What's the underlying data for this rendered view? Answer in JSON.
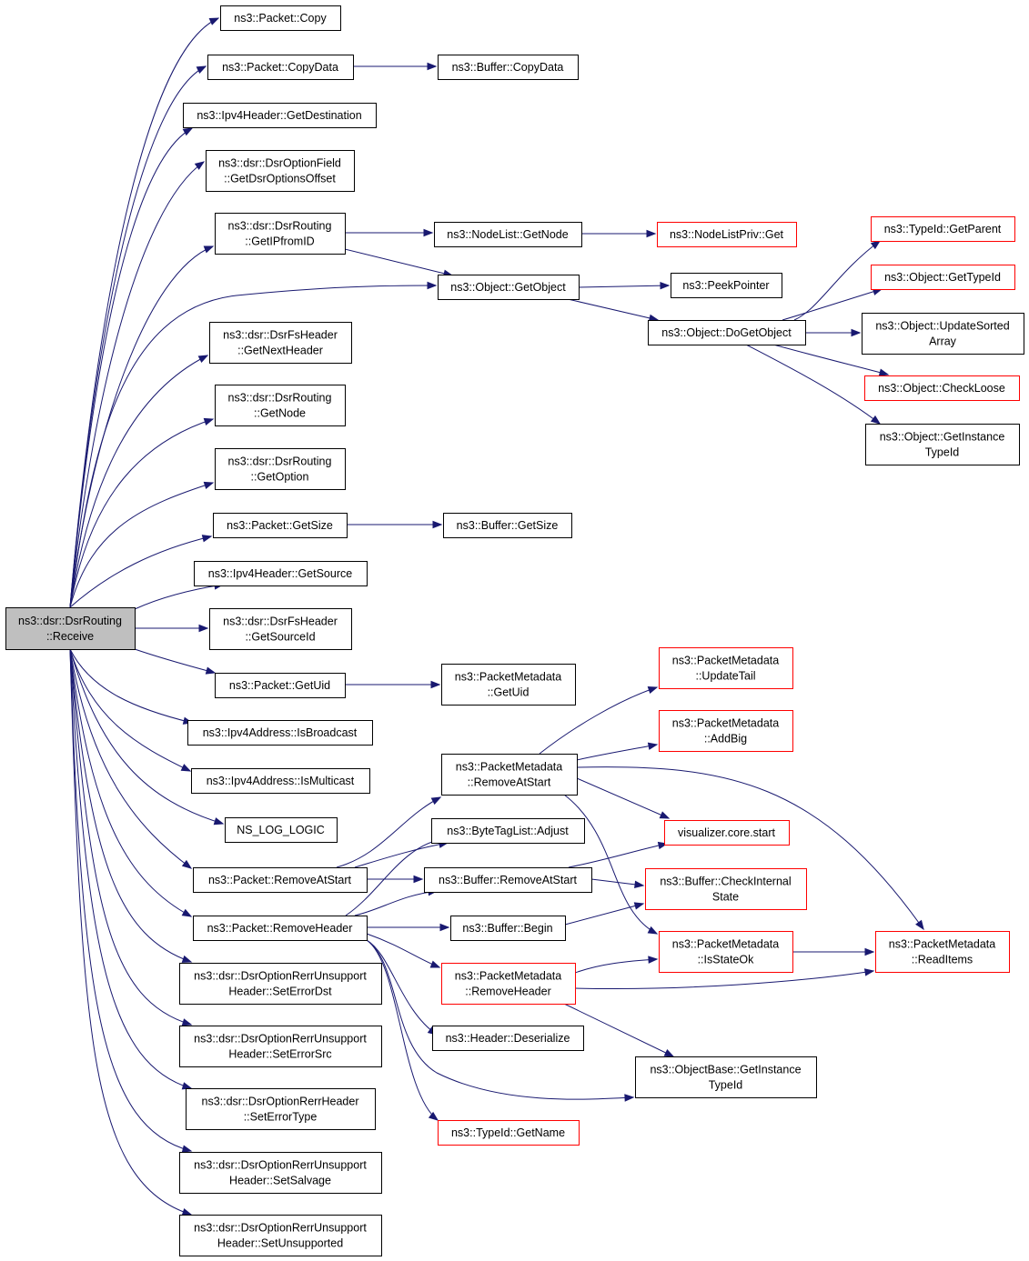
{
  "colors": {
    "edge": "#191970",
    "normal_border": "#000000",
    "truncated_border": "#ff0000",
    "root_fill": "#bfbfbf",
    "fill": "#ffffff"
  },
  "nodes": [
    {
      "id": "root",
      "lines": [
        "ns3::dsr::DsrRouting",
        "::Receive"
      ],
      "style": "root"
    },
    {
      "id": "copy",
      "lines": [
        "ns3::Packet::Copy"
      ],
      "style": "normal"
    },
    {
      "id": "copydata",
      "lines": [
        "ns3::Packet::CopyData"
      ],
      "style": "normal"
    },
    {
      "id": "bufcopydata",
      "lines": [
        "ns3::Buffer::CopyData"
      ],
      "style": "normal"
    },
    {
      "id": "getdest",
      "lines": [
        "ns3::Ipv4Header::GetDestination"
      ],
      "style": "normal"
    },
    {
      "id": "getdsroff",
      "lines": [
        "ns3::dsr::DsrOptionField",
        "::GetDsrOptionsOffset"
      ],
      "style": "normal"
    },
    {
      "id": "getipfromid",
      "lines": [
        "ns3::dsr::DsrRouting",
        "::GetIPfromID"
      ],
      "style": "normal"
    },
    {
      "id": "nodelistgetnode",
      "lines": [
        "ns3::NodeList::GetNode"
      ],
      "style": "normal"
    },
    {
      "id": "nodelistprivget",
      "lines": [
        "ns3::NodeListPriv::Get"
      ],
      "style": "truncated"
    },
    {
      "id": "getobject",
      "lines": [
        "ns3::Object::GetObject"
      ],
      "style": "normal"
    },
    {
      "id": "peekpointer",
      "lines": [
        "ns3::PeekPointer"
      ],
      "style": "normal"
    },
    {
      "id": "dogetobject",
      "lines": [
        "ns3::Object::DoGetObject"
      ],
      "style": "normal"
    },
    {
      "id": "typeidgetparent",
      "lines": [
        "ns3::TypeId::GetParent"
      ],
      "style": "truncated"
    },
    {
      "id": "objgettypeid",
      "lines": [
        "ns3::Object::GetTypeId"
      ],
      "style": "truncated"
    },
    {
      "id": "updatesorted",
      "lines": [
        "ns3::Object::UpdateSorted",
        "Array"
      ],
      "style": "normal"
    },
    {
      "id": "checkloose",
      "lines": [
        "ns3::Object::CheckLoose"
      ],
      "style": "truncated"
    },
    {
      "id": "objgetinsttypeid",
      "lines": [
        "ns3::Object::GetInstance",
        "TypeId"
      ],
      "style": "normal"
    },
    {
      "id": "getnextheader",
      "lines": [
        "ns3::dsr::DsrFsHeader",
        "::GetNextHeader"
      ],
      "style": "normal"
    },
    {
      "id": "getnode",
      "lines": [
        "ns3::dsr::DsrRouting",
        "::GetNode"
      ],
      "style": "normal"
    },
    {
      "id": "getoption",
      "lines": [
        "ns3::dsr::DsrRouting",
        "::GetOption"
      ],
      "style": "normal"
    },
    {
      "id": "pktgetsize",
      "lines": [
        "ns3::Packet::GetSize"
      ],
      "style": "normal"
    },
    {
      "id": "bufgetsize",
      "lines": [
        "ns3::Buffer::GetSize"
      ],
      "style": "normal"
    },
    {
      "id": "getsource",
      "lines": [
        "ns3::Ipv4Header::GetSource"
      ],
      "style": "normal"
    },
    {
      "id": "getsourceid",
      "lines": [
        "ns3::dsr::DsrFsHeader",
        "::GetSourceId"
      ],
      "style": "normal"
    },
    {
      "id": "pktgetuid",
      "lines": [
        "ns3::Packet::GetUid"
      ],
      "style": "normal"
    },
    {
      "id": "pmgetuid",
      "lines": [
        "ns3::PacketMetadata",
        "::GetUid"
      ],
      "style": "normal"
    },
    {
      "id": "pmupdatetail",
      "lines": [
        "ns3::PacketMetadata",
        "::UpdateTail"
      ],
      "style": "truncated"
    },
    {
      "id": "pmaddbig",
      "lines": [
        "ns3::PacketMetadata",
        "::AddBig"
      ],
      "style": "truncated"
    },
    {
      "id": "isbroadcast",
      "lines": [
        "ns3::Ipv4Address::IsBroadcast"
      ],
      "style": "normal"
    },
    {
      "id": "pmremoveatstart",
      "lines": [
        "ns3::PacketMetadata",
        "::RemoveAtStart"
      ],
      "style": "normal"
    },
    {
      "id": "ismulticast",
      "lines": [
        "ns3::Ipv4Address::IsMulticast"
      ],
      "style": "normal"
    },
    {
      "id": "nslog",
      "lines": [
        "NS_LOG_LOGIC"
      ],
      "style": "normal"
    },
    {
      "id": "btladjust",
      "lines": [
        "ns3::ByteTagList::Adjust"
      ],
      "style": "normal"
    },
    {
      "id": "vizstart",
      "lines": [
        "visualizer.core.start"
      ],
      "style": "truncated"
    },
    {
      "id": "pktremoveatstart",
      "lines": [
        "ns3::Packet::RemoveAtStart"
      ],
      "style": "normal"
    },
    {
      "id": "bufremoveatstart",
      "lines": [
        "ns3::Buffer::RemoveAtStart"
      ],
      "style": "normal"
    },
    {
      "id": "bufcheckinternal",
      "lines": [
        "ns3::Buffer::CheckInternal",
        "State"
      ],
      "style": "truncated"
    },
    {
      "id": "pktremoveheader",
      "lines": [
        "ns3::Packet::RemoveHeader"
      ],
      "style": "normal"
    },
    {
      "id": "bufbegin",
      "lines": [
        "ns3::Buffer::Begin"
      ],
      "style": "normal"
    },
    {
      "id": "pmisstateok",
      "lines": [
        "ns3::PacketMetadata",
        "::IsStateOk"
      ],
      "style": "truncated"
    },
    {
      "id": "pmreaditems",
      "lines": [
        "ns3::PacketMetadata",
        "::ReadItems"
      ],
      "style": "truncated"
    },
    {
      "id": "pmremoveheader",
      "lines": [
        "ns3::PacketMetadata",
        "::RemoveHeader"
      ],
      "style": "truncated"
    },
    {
      "id": "seterrordst",
      "lines": [
        "ns3::dsr::DsrOptionRerrUnsupport",
        "Header::SetErrorDst"
      ],
      "style": "normal"
    },
    {
      "id": "hdrdeserialize",
      "lines": [
        "ns3::Header::Deserialize"
      ],
      "style": "normal"
    },
    {
      "id": "seterrorsrc",
      "lines": [
        "ns3::dsr::DsrOptionRerrUnsupport",
        "Header::SetErrorSrc"
      ],
      "style": "normal"
    },
    {
      "id": "objbasegetinst",
      "lines": [
        "ns3::ObjectBase::GetInstance",
        "TypeId"
      ],
      "style": "normal"
    },
    {
      "id": "seterrortype",
      "lines": [
        "ns3::dsr::DsrOptionRerrHeader",
        "::SetErrorType"
      ],
      "style": "normal"
    },
    {
      "id": "typeidgetname",
      "lines": [
        "ns3::TypeId::GetName"
      ],
      "style": "truncated"
    },
    {
      "id": "setsalvage",
      "lines": [
        "ns3::dsr::DsrOptionRerrUnsupport",
        "Header::SetSalvage"
      ],
      "style": "normal"
    },
    {
      "id": "setunsupported",
      "lines": [
        "ns3::dsr::DsrOptionRerrUnsupport",
        "Header::SetUnsupported"
      ],
      "style": "normal"
    }
  ]
}
